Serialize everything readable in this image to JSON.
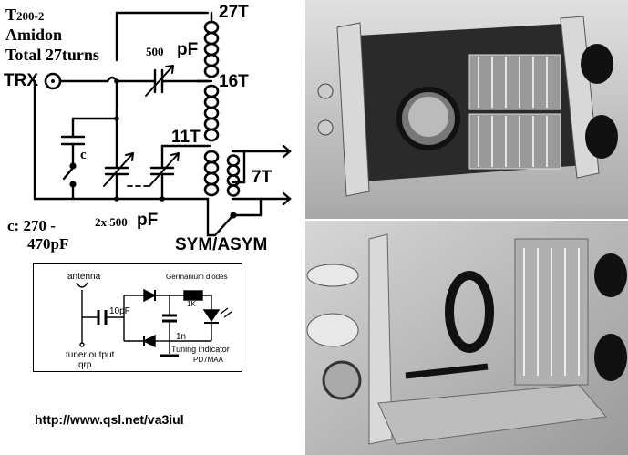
{
  "schematic": {
    "core_line1": "T",
    "core_line1_sub": "200-2",
    "core_line2": "Amidon",
    "core_line3": "Total 27turns",
    "trx": "TRX",
    "tap_27t": "27T",
    "tap_16t": "16T",
    "tap_11t": "11T",
    "tap_7t": "7T",
    "cap_500": "500",
    "cap_pf_top": "pF",
    "cap_c": "c",
    "dual_cap": "2x 500",
    "cap_pf_bottom": "pF",
    "c_value_line1": "c: 270 -",
    "c_value_line2": "470pF",
    "switch_label": "SYM/ASYM"
  },
  "indicator": {
    "antenna": "antenna",
    "diodes": "Germanium diodes",
    "resistor": "1K",
    "cap_10pf": "10pF",
    "cap_1n": "1n",
    "tuner_output": "tuner output",
    "qrp": "qrp",
    "tuning_indicator": "Tuning indicator",
    "callsign": "PD7MAA"
  },
  "url": "http://www.qsl.net/va3iul",
  "colors": {
    "ink": "#000000",
    "background": "#ffffff",
    "photo_bg": "#c9c9c9"
  },
  "photos": [
    {
      "name": "photo-top-view",
      "icon": "tuner-top-view-photo"
    },
    {
      "name": "photo-side-view",
      "icon": "tuner-side-view-photo"
    }
  ]
}
